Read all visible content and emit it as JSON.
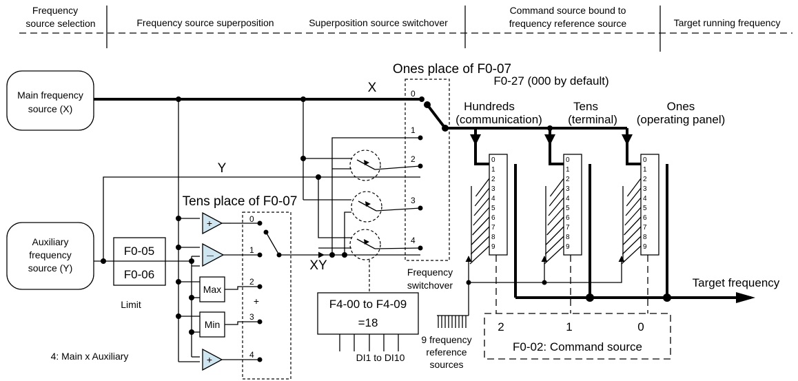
{
  "headers": {
    "freq_source_selection": [
      "Frequency",
      "source selection"
    ],
    "freq_source_superposition": "Frequency source superposition",
    "superposition_source_switchover": "Superposition source switchover",
    "command_source_bound": [
      "Command source bound to",
      "frequency reference source"
    ],
    "target_running_frequency": "Target running frequency"
  },
  "main_source": [
    "Main frequency",
    "source (X)"
  ],
  "aux_source": [
    "Auxiliary",
    "frequency",
    "source (Y)"
  ],
  "signals": {
    "x": "X",
    "y": "Y",
    "xy": "XY"
  },
  "limit_block": {
    "top": "F0-05",
    "bottom": "F0-06",
    "caption": "Limit"
  },
  "tens_place_label": "Tens place of F0-07",
  "ones_place_label": "Ones place of F0-07",
  "ops": {
    "add": "+",
    "sub": "—",
    "max": "Max",
    "min": "Min",
    "plus_mark": "+"
  },
  "tens_positions": [
    "0",
    "1",
    "2",
    "3",
    "4"
  ],
  "ones_positions": [
    "0",
    "1",
    "2",
    "3",
    "4"
  ],
  "main_x_aux": "4: Main x Auxiliary",
  "freq_switchover": [
    "Frequency",
    "switchover"
  ],
  "f4_block": {
    "line1": "F4-00 to F4-09",
    "line2": "=18",
    "di": "DI1 to DI10"
  },
  "f0_27": "F0-27 (000 by default)",
  "channels": [
    {
      "name": "Hundreds",
      "sub": "(communication)",
      "code": "2"
    },
    {
      "name": "Tens",
      "sub": "(terminal)",
      "code": "1"
    },
    {
      "name": "Ones",
      "sub": "(operating panel)",
      "code": "0"
    }
  ],
  "selector_digits": [
    "0",
    "1",
    "2",
    "3",
    "4",
    "5",
    "6",
    "7",
    "8",
    "9"
  ],
  "nine_sources": [
    "9 frequency",
    "reference",
    "sources"
  ],
  "command_source": "F0-02: Command source",
  "target_frequency": "Target frequency"
}
